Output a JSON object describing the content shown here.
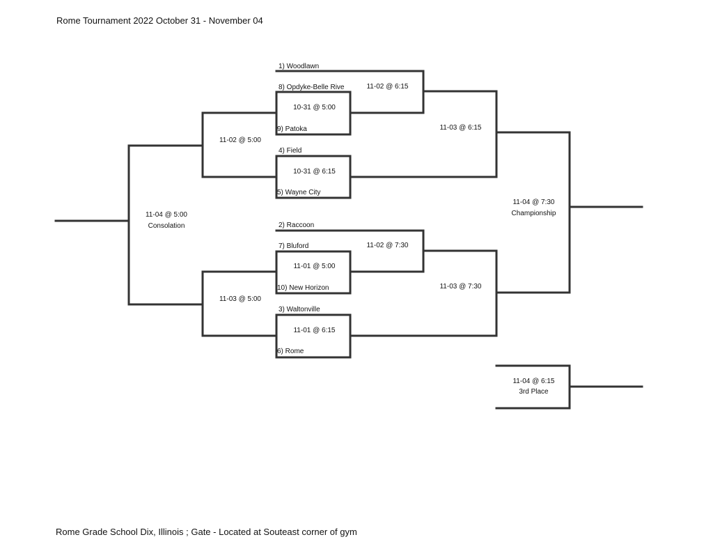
{
  "header": {
    "title": "Rome Tournament 2022 October 31 - November 04"
  },
  "footer": {
    "text": "Rome Grade School Dix, Illinois ; Gate - Located at Souteast corner of gym"
  },
  "teams": {
    "t1": "1) Woodlawn",
    "t8": "8) Opdyke-Belle Rive",
    "t9": "9) Patoka",
    "t4": "4) Field",
    "t5": "5) Wayne City",
    "t2": "2) Raccoon",
    "t7": "7) Bluford",
    "t10": "10) New Horizon",
    "t3": "3) Waltonville",
    "t6": "6) Rome"
  },
  "games": {
    "g_1031_500": "10-31 @ 5:00",
    "g_1031_615": "10-31 @ 6:15",
    "g_1101_500": "11-01 @ 5:00",
    "g_1101_615": "11-01 @ 6:15",
    "g_1102_615": "11-02 @ 6:15",
    "g_1102_730": "11-02 @ 7:30",
    "g_1102_500": "11-02 @ 5:00",
    "g_1103_500": "11-03 @ 5:00",
    "g_1103_615": "11-03 @ 6:15",
    "g_1103_730": "11-03 @ 7:30",
    "g_champ": {
      "time": "11-04 @ 7:30",
      "label": "Championship"
    },
    "g_consol": {
      "time": "11-04 @ 5:00",
      "label": "Consolation"
    },
    "g_third": {
      "time": "11-04 @ 6:15",
      "label": "3rd Place"
    }
  }
}
